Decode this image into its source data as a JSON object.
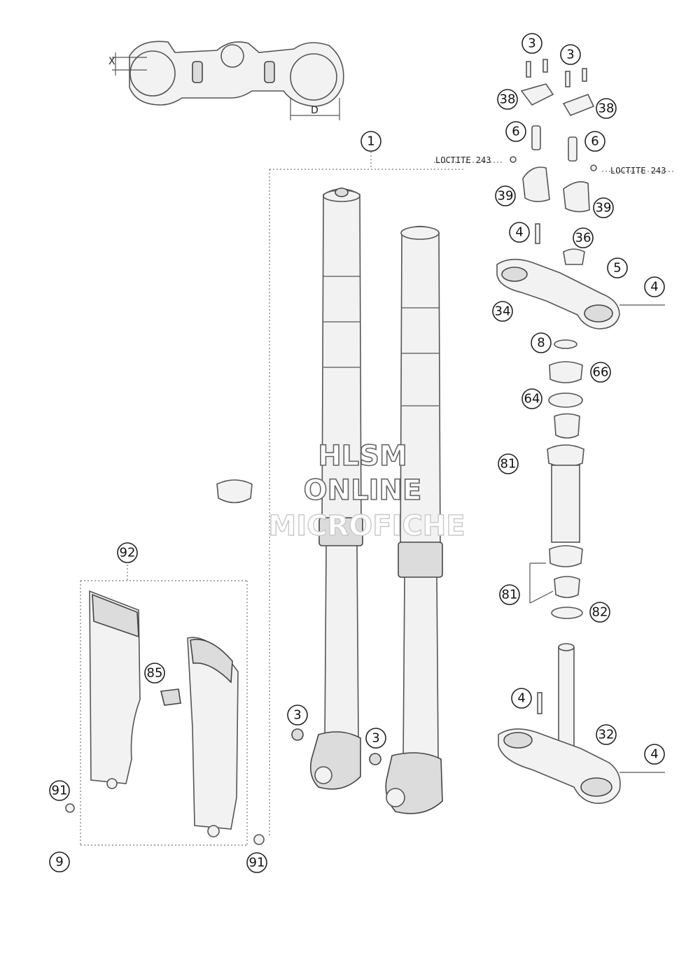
{
  "dimension_labels": {
    "x": "X",
    "d": "D"
  },
  "loctite_labels": [
    "LOCTITE 243",
    "LOCTITE 243"
  ],
  "watermark": {
    "line1": "HLSM",
    "line2": "ONLINE",
    "line3": "MICROFICHE"
  },
  "callouts": [
    "3",
    "3",
    "38",
    "38",
    "6",
    "6",
    "39",
    "39",
    "4",
    "36",
    "5",
    "4",
    "34",
    "8",
    "66",
    "64",
    "81",
    "81",
    "82",
    "1",
    "92",
    "85",
    "3",
    "3",
    "91",
    "9",
    "91",
    "4",
    "32",
    "4"
  ]
}
